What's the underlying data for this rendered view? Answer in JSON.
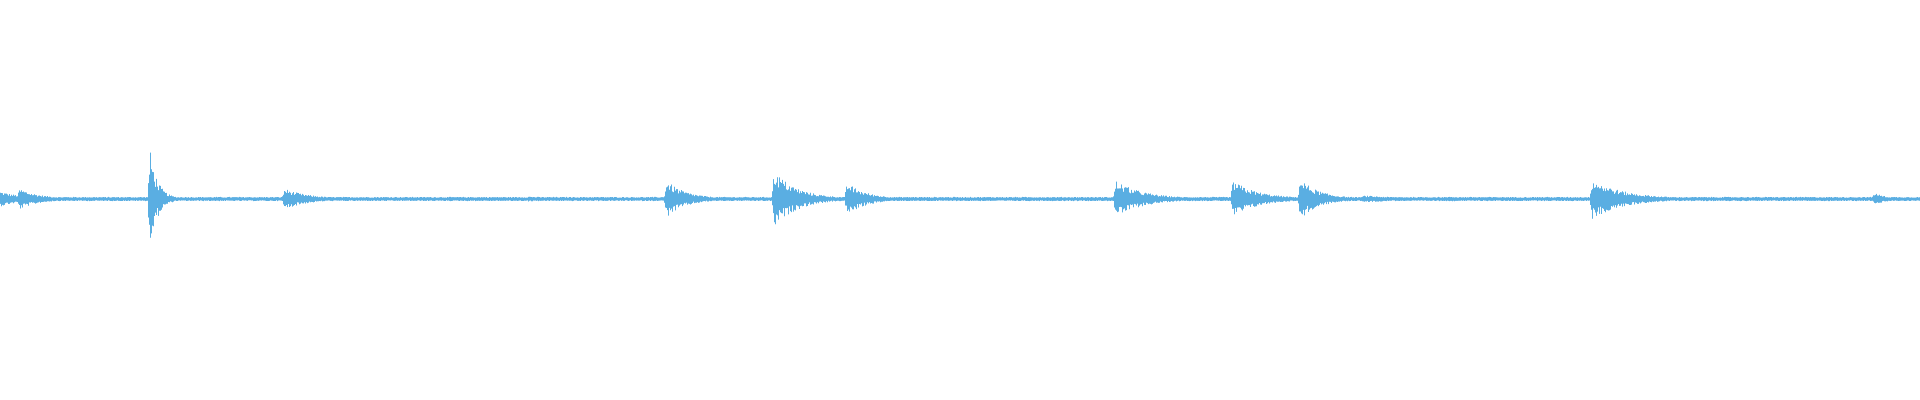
{
  "waveform": {
    "color": "#5aaee2",
    "duration_fraction_full": 1.0,
    "baseline_noise": 0.015,
    "events": [
      {
        "t": 0.0,
        "amp": 0.07,
        "decay": 0.012
      },
      {
        "t": 0.01,
        "amp": 0.1,
        "decay": 0.01
      },
      {
        "t": 0.078,
        "amp": 0.48,
        "decay": 0.004
      },
      {
        "t": 0.148,
        "amp": 0.1,
        "decay": 0.012
      },
      {
        "t": 0.275,
        "amp": 0.02,
        "decay": 0.02
      },
      {
        "t": 0.347,
        "amp": 0.18,
        "decay": 0.01
      },
      {
        "t": 0.403,
        "amp": 0.28,
        "decay": 0.012
      },
      {
        "t": 0.441,
        "amp": 0.16,
        "decay": 0.01
      },
      {
        "t": 0.581,
        "amp": 0.18,
        "decay": 0.014
      },
      {
        "t": 0.642,
        "amp": 0.18,
        "decay": 0.013
      },
      {
        "t": 0.677,
        "amp": 0.2,
        "decay": 0.01
      },
      {
        "t": 0.71,
        "amp": 0.03,
        "decay": 0.02
      },
      {
        "t": 0.755,
        "amp": 0.02,
        "decay": 0.01
      },
      {
        "t": 0.829,
        "amp": 0.2,
        "decay": 0.016
      },
      {
        "t": 0.976,
        "amp": 0.06,
        "decay": 0.006
      }
    ]
  }
}
